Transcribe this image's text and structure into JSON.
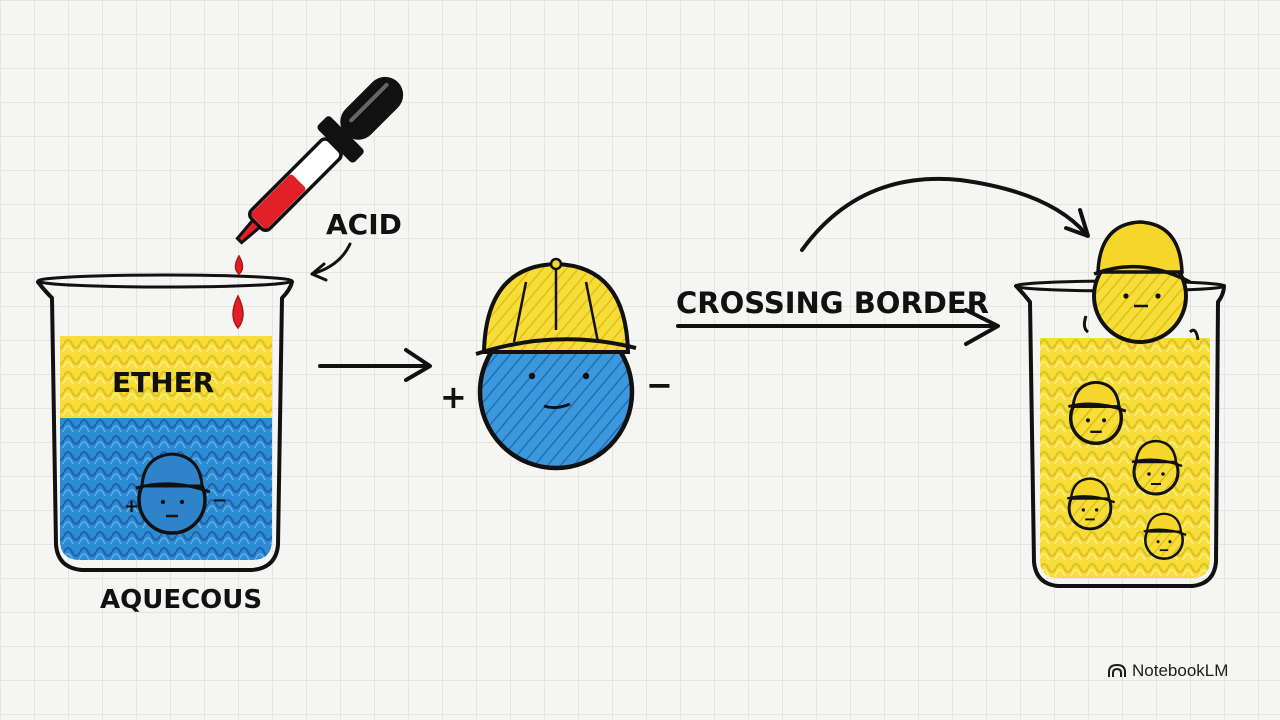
{
  "labels": {
    "acid": "ACID",
    "ether": "ETHER",
    "aqueous": "AQUECOUS",
    "crossing": "CROSSING BORDER"
  },
  "charges": {
    "plus": "+",
    "minus": "−"
  },
  "brand": {
    "name": "NotebookLM",
    "icon": "notebooklm-logo-icon"
  },
  "colors": {
    "ether_yellow": "#f4dc30",
    "aqueous_blue": "#2f8fd6",
    "acid_red": "#e01f26",
    "hat_yellow": "#f5d62a",
    "outline": "#111111"
  }
}
